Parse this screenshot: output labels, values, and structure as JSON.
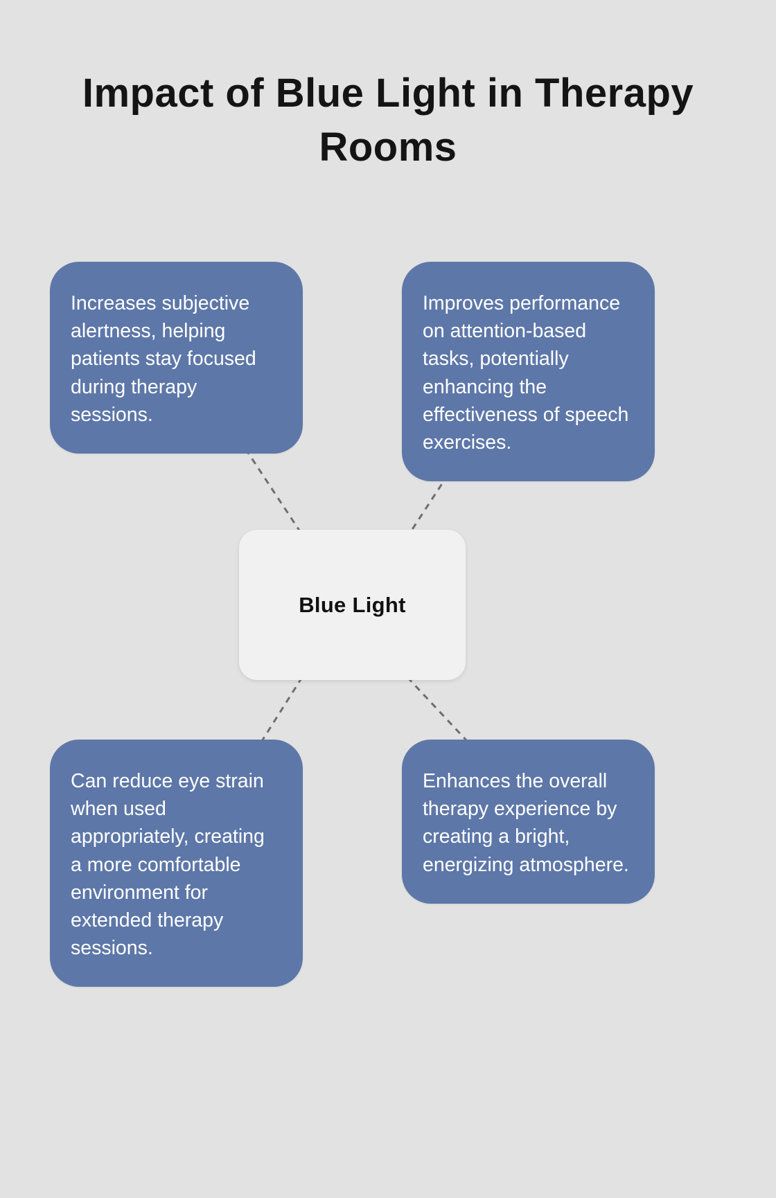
{
  "title": "Impact of Blue Light in Therapy Rooms",
  "center": {
    "label": "Blue Light"
  },
  "nodes": [
    {
      "position": "top-left",
      "text": "Increases subjective alertness, helping patients stay focused during therapy sessions."
    },
    {
      "position": "top-right",
      "text": "Improves performance on attention-based tasks, potentially enhancing the effectiveness of speech exercises."
    },
    {
      "position": "bottom-left",
      "text": "Can reduce eye strain when used appropriately, creating a more comfortable environment for extended therapy sessions."
    },
    {
      "position": "bottom-right",
      "text": "Enhances the overall therapy experience by creating a bright, energizing atmosphere."
    }
  ],
  "colors": {
    "background": "#e2e2e2",
    "node_fill": "#5d77a8",
    "node_text": "#ffffff",
    "center_fill": "#f1f1f1",
    "center_text": "#111111",
    "connector": "#6e6e6e"
  }
}
